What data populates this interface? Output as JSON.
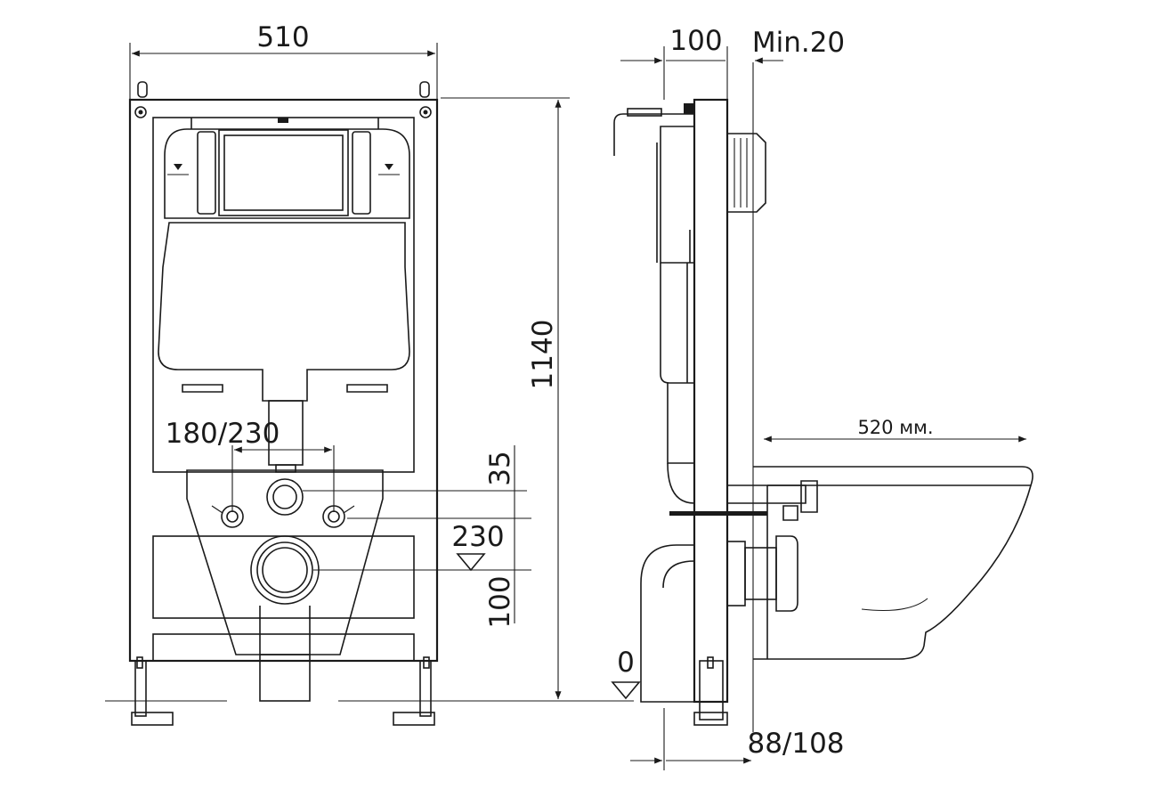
{
  "dimensions": {
    "frame_width": "510",
    "frame_depth": "100",
    "min_wall_gap": "Min.20",
    "total_height": "1140",
    "outlet_spacing": "180/230",
    "inlet_offset": "35",
    "drain_height": "230",
    "stud_height": "100",
    "floor_level": "0",
    "bottom_depth": "88/108",
    "bowl_projection": "520 мм."
  },
  "colors": {
    "line": "#1a1a1a",
    "background": "#ffffff"
  }
}
